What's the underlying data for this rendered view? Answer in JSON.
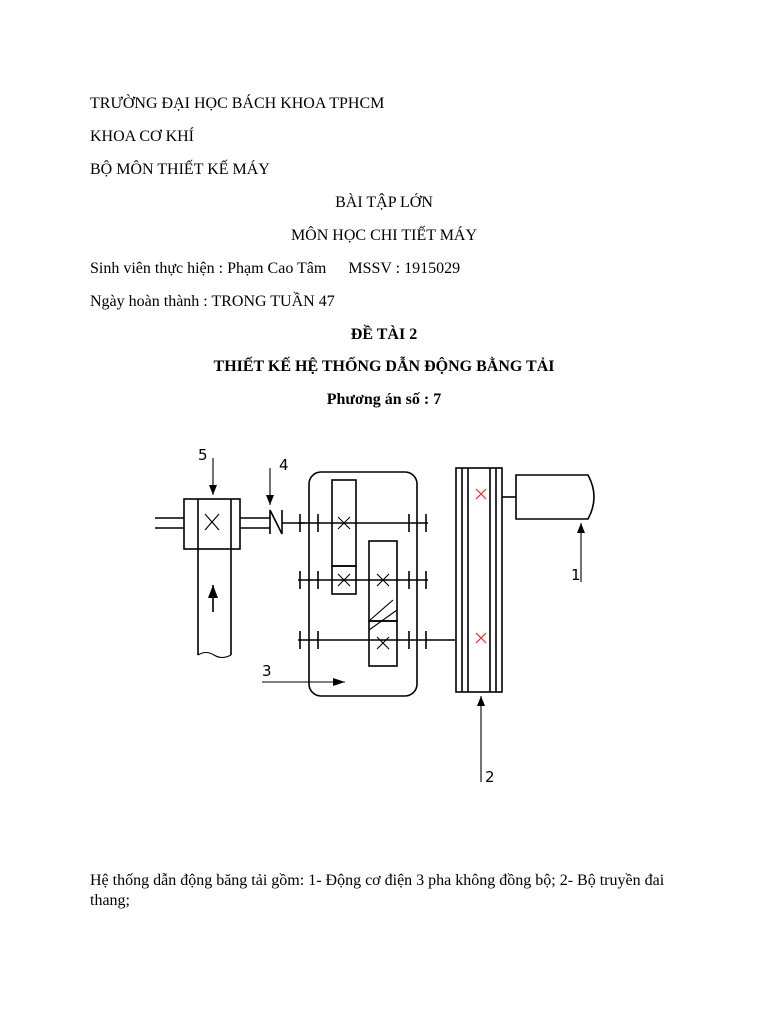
{
  "header": {
    "university": "TRƯỜNG ĐẠI HỌC BÁCH KHOA TPHCM",
    "faculty": "KHOA CƠ KHÍ",
    "department": "BỘ MÔN THIẾT KẾ MÁY"
  },
  "assignment": {
    "title": "BÀI TẬP LỚN",
    "subject": "MÔN HỌC CHI TIẾT MÁY"
  },
  "student": {
    "name_label": "Sinh viên thực hiện : Phạm Cao Tâm",
    "id_label": "MSSV : 1915029",
    "completion_label": "Ngày hoàn thành : TRONG TUẦN 47"
  },
  "topic": {
    "number": "ĐỀ TÀI 2",
    "name": "THIẾT KẾ HỆ THỐNG DẪN ĐỘNG BẰNG TẢI",
    "option": "Phương án số : 7"
  },
  "diagram": {
    "labels": [
      "1",
      "2",
      "3",
      "4",
      "5"
    ]
  },
  "description": "Hệ thống dẫn động băng tải gồm: 1- Động cơ điện 3 pha không đồng bộ; 2- Bộ truyền đai thang;"
}
